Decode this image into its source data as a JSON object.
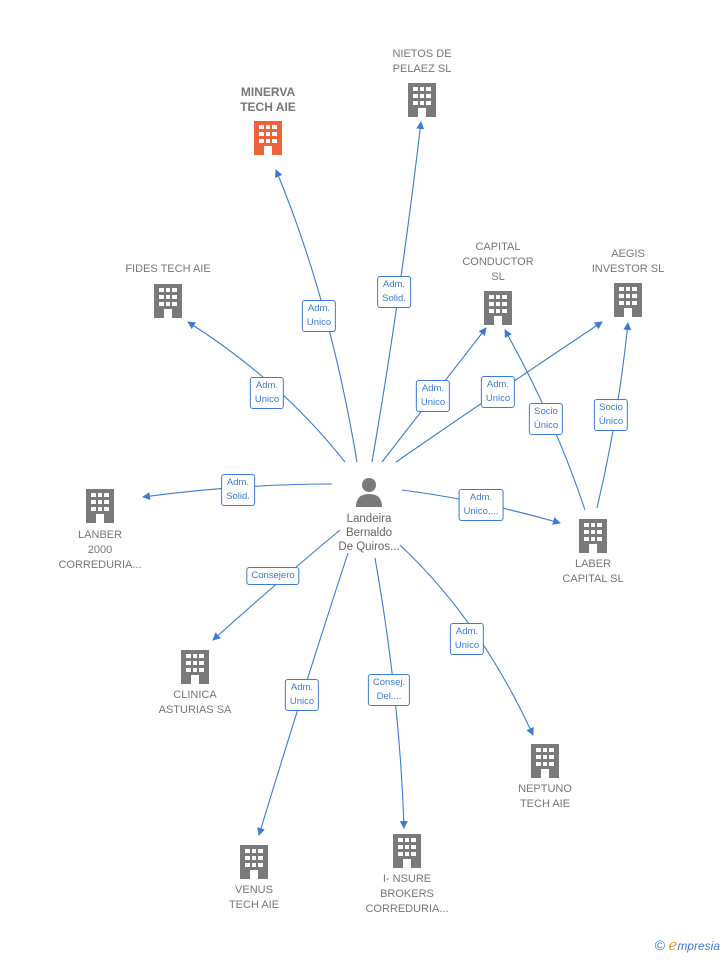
{
  "center": {
    "name": "Landeira\nBernaldo\nDe Quiros..."
  },
  "colors": {
    "accent": "#3d7bd4",
    "building": "#7a7a7a",
    "highlight": "#f0623a"
  },
  "companies": [
    {
      "id": "minerva",
      "name": "MINERVA\nTECH AIE",
      "highlight": true
    },
    {
      "id": "nietos",
      "name": "NIETOS DE\nPELAEZ SL"
    },
    {
      "id": "fides",
      "name": "FIDES TECH AIE"
    },
    {
      "id": "capital",
      "name": "CAPITAL\nCONDUCTOR\nSL"
    },
    {
      "id": "aegis",
      "name": "AEGIS\nINVESTOR  SL"
    },
    {
      "id": "lanber",
      "name": "LANBER\n2000\nCORREDURIA..."
    },
    {
      "id": "laber",
      "name": "LABER\nCAPITAL  SL"
    },
    {
      "id": "clinica",
      "name": "CLINICA\nASTURIAS SA"
    },
    {
      "id": "neptuno",
      "name": "NEPTUNO\nTECH AIE"
    },
    {
      "id": "venus",
      "name": "VENUS\nTECH AIE"
    },
    {
      "id": "insure",
      "name": "I-  NSURE\nBROKERS\nCORREDURIA..."
    }
  ],
  "relations": [
    {
      "id": "r-minerva",
      "label": "Adm.\nUnico"
    },
    {
      "id": "r-nietos",
      "label": "Adm.\nSolid."
    },
    {
      "id": "r-fides",
      "label": "Adm.\nUnico"
    },
    {
      "id": "r-capital",
      "label": "Adm.\nUnico"
    },
    {
      "id": "r-aegis",
      "label": "Adm.\nUnico"
    },
    {
      "id": "r-laber-capital",
      "label": "Socio\nÚnico"
    },
    {
      "id": "r-laber-aegis",
      "label": "Socio\nÚnico"
    },
    {
      "id": "r-lanber",
      "label": "Adm.\nSolid."
    },
    {
      "id": "r-laber",
      "label": "Adm.\nUnico,..."
    },
    {
      "id": "r-clinica",
      "label": "Consejero"
    },
    {
      "id": "r-neptuno",
      "label": "Adm.\nUnico"
    },
    {
      "id": "r-venus",
      "label": "Adm.\nUnico"
    },
    {
      "id": "r-insure",
      "label": "Consej.\nDel...."
    }
  ],
  "brand": {
    "copyright": "©",
    "initial": "e",
    "rest": "mpresia"
  }
}
